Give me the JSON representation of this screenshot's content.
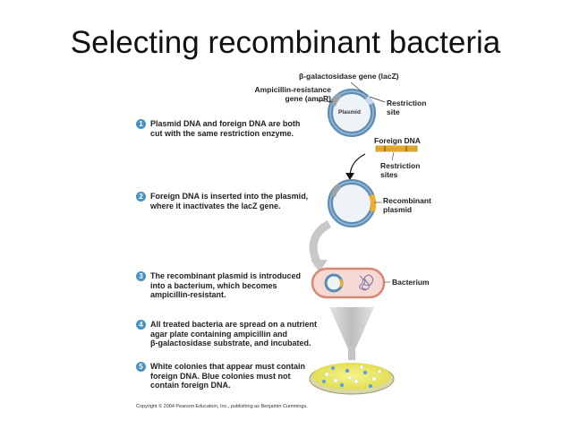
{
  "title": "Selecting recombinant bacteria",
  "labels": {
    "lacz_gene": "β-galactosidase gene (lacZ)",
    "ampr_gene_line1": "Ampicillin-resistance",
    "ampr_gene_line2": "gene (ampR)",
    "plasmid": "Plasmid",
    "restriction_site_line1": "Restriction",
    "restriction_site_line2": "site",
    "foreign_dna": "Foreign DNA",
    "restriction_sites_line1": "Restriction",
    "restriction_sites_line2": "sites",
    "recombinant_line1": "Recombinant",
    "recombinant_line2": "plasmid",
    "bacterium": "Bacterium"
  },
  "steps": [
    {
      "num": "1",
      "line1": "Plasmid DNA and foreign DNA are both",
      "line2": "cut with the same restriction enzyme."
    },
    {
      "num": "2",
      "line1": "Foreign DNA is inserted into the plasmid,",
      "line2": "where it inactivates the lacZ gene."
    },
    {
      "num": "3",
      "line1": "The recombinant plasmid is introduced",
      "line2": "into a bacterium, which becomes",
      "line3": "ampicillin-resistant."
    },
    {
      "num": "4",
      "line1": "All treated bacteria are spread on a nutrient",
      "line2": "agar plate containing ampicillin and",
      "line3": "β-galactosidase substrate, and incubated."
    },
    {
      "num": "5",
      "line1": "White colonies that appear must contain",
      "line2": "foreign DNA. Blue colonies must not",
      "line3": "contain foreign DNA."
    }
  ],
  "copyright": "Copyright © 2004 Pearson Education, Inc., publishing as Benjamin Cummings."
}
